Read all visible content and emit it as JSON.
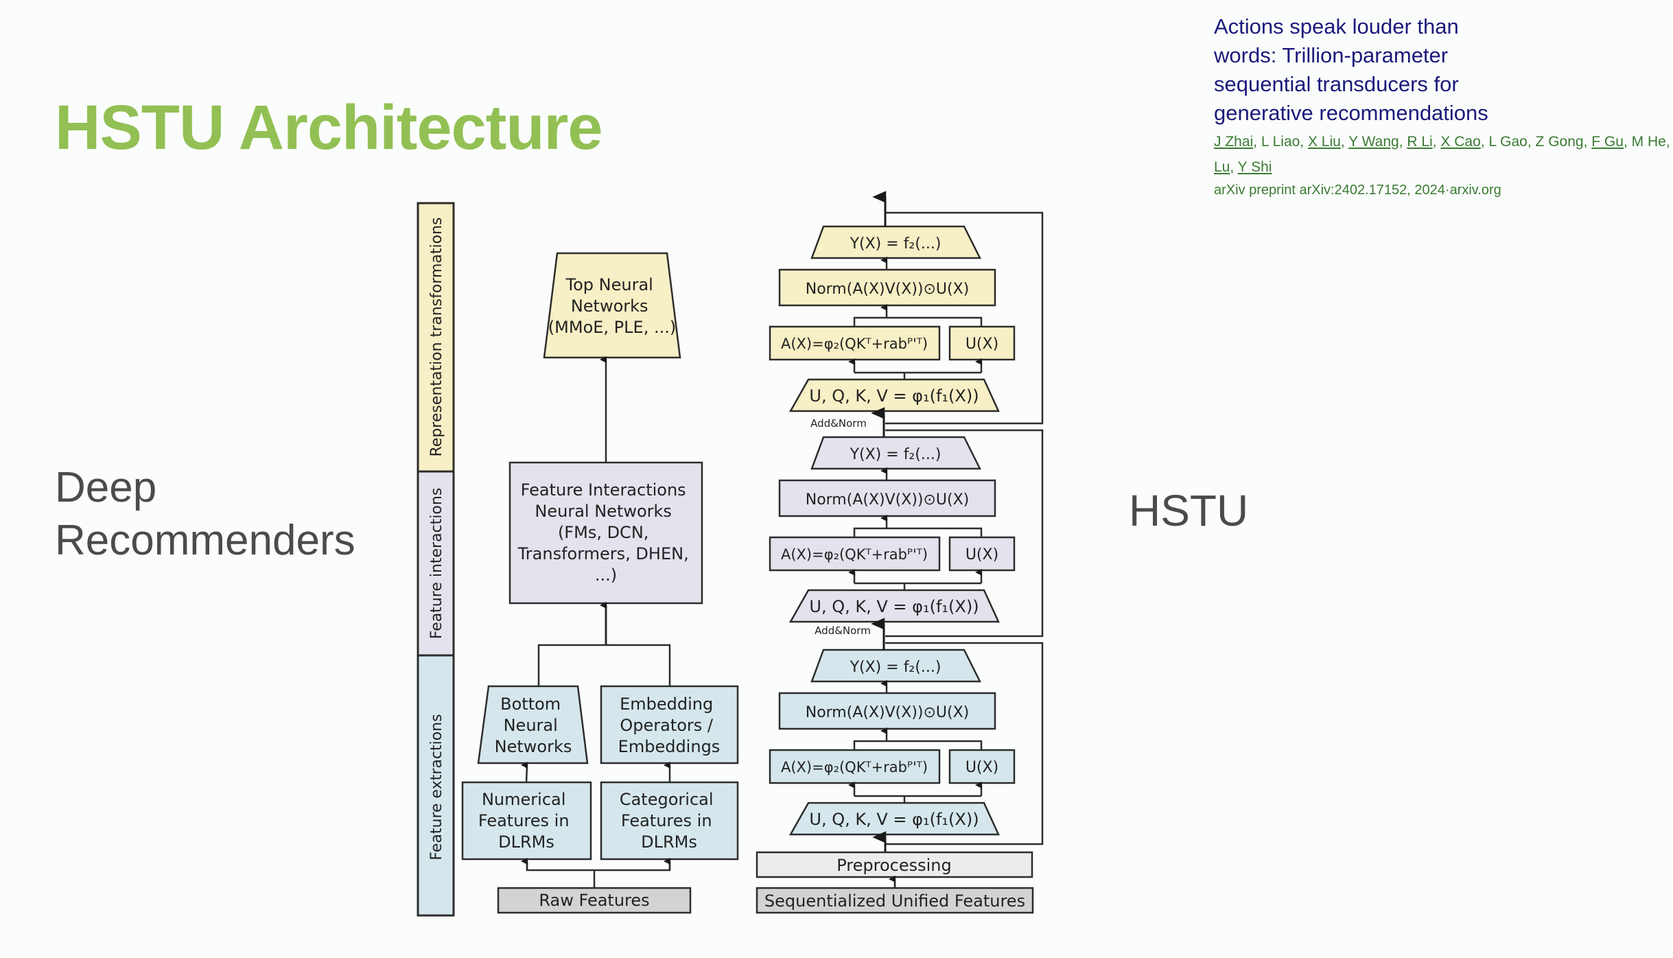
{
  "slide": {
    "title": "HSTU Architecture",
    "left_label_line1": "Deep",
    "left_label_line2": "Recommenders",
    "right_label": "HSTU"
  },
  "paper": {
    "title": "Actions speak louder than words: Trillion-parameter sequential transducers for generative recommendations",
    "authors": [
      {
        "name": "J Zhai",
        "link": true
      },
      {
        "name": "L Liao",
        "link": false
      },
      {
        "name": "X Liu",
        "link": true
      },
      {
        "name": "Y Wang",
        "link": true
      },
      {
        "name": "R Li",
        "link": true
      },
      {
        "name": "X Cao",
        "link": true
      },
      {
        "name": "L Gao",
        "link": false
      },
      {
        "name": "Z Gong",
        "link": false
      },
      {
        "name": "F Gu",
        "link": true
      },
      {
        "name": "M He",
        "link": false
      },
      {
        "name": "Lu",
        "link": true
      },
      {
        "name": "Y Shi",
        "link": true
      }
    ],
    "venue": "arXiv preprint arXiv:2402.17152, 2024",
    "source": "arxiv.org"
  },
  "colors": {
    "title_green": "#92c054",
    "rep_yellow": "#f7efc5",
    "interaction_lavender": "#e4e2ec",
    "extraction_blue": "#d5e7ec",
    "raw_gray": "#d3d3d1",
    "preproc_gray": "#ececec",
    "stroke": "#2c2c2c"
  },
  "dlrm": {
    "stages": [
      {
        "label": "Representation transformations",
        "color_key": "rep_yellow"
      },
      {
        "label": "Feature interactions",
        "color_key": "interaction_lavender"
      },
      {
        "label": "Feature extractions",
        "color_key": "extraction_blue"
      }
    ],
    "top_nn": [
      "Top Neural",
      "Networks",
      "(MMoE, PLE, ...)"
    ],
    "feature_interactions": [
      "Feature Interactions",
      "Neural Networks",
      "(FMs, DCN,",
      "Transformers, DHEN,",
      "...)"
    ],
    "bottom_nn": [
      "Bottom",
      "Neural",
      "Networks"
    ],
    "embedding_ops": [
      "Embedding",
      "Operators /",
      "Embeddings"
    ],
    "numerical": [
      "Numerical",
      "Features in",
      "DLRMs"
    ],
    "categorical": [
      "Categorical",
      "Features in",
      "DLRMs"
    ],
    "raw_features": "Raw Features"
  },
  "hstu": {
    "layers": [
      {
        "color_key": "rep_yellow"
      },
      {
        "color_key": "interaction_lavender"
      },
      {
        "color_key": "extraction_blue"
      }
    ],
    "y_label": "Y(X) = f₂(...)",
    "norm_label": "Norm(A(X)V(X))⊙U(X)",
    "attn_label": "A(X)=φ₂(QKᵀ+rabᴾ'ᵀ)",
    "u_label": "U(X)",
    "uqkv_label": "U, Q, K, V = φ₁(f₁(X))",
    "add_norm": "Add&Norm",
    "preprocessing": "Preprocessing",
    "input": "Sequentialized Unified Features"
  }
}
